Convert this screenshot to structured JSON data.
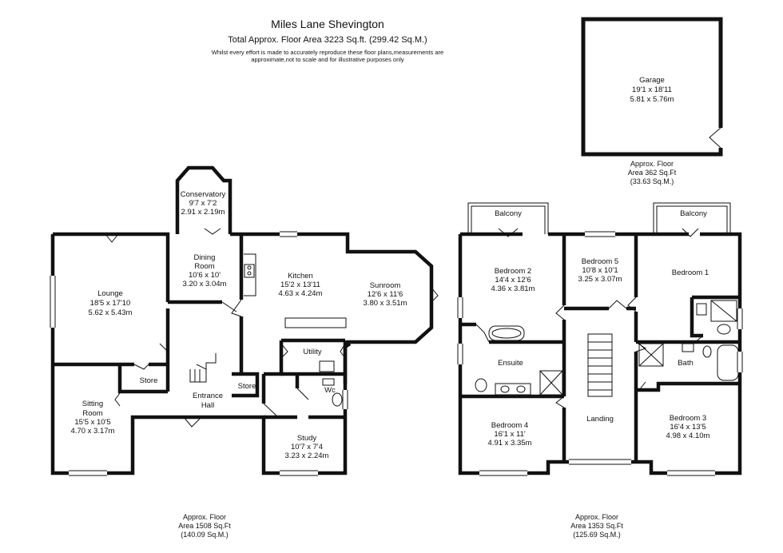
{
  "title": "Miles Lane Shevington",
  "total_area": "Total Approx. Floor Area 3223 Sq.ft. (299.42 Sq.M.)",
  "disclaimer_1": "Whilst every effort is made to accurately reproduce these floor plans,measurements are",
  "disclaimer_2": "approximate,not to scale and for illustrative purposes only",
  "garage": {
    "name": "Garage",
    "imperial": "19'1 x 18'11",
    "metric": "5.81 x 5.76m"
  },
  "garage_area": {
    "l1": "Approx. Floor",
    "l2": "Area 362 Sq.Ft",
    "l3": "(33.63 Sq.M.)"
  },
  "ground": {
    "conservatory": {
      "name": "Conservatory",
      "imperial": "9'7 x 7'2",
      "metric": "2.91 x 2.19m"
    },
    "dining": {
      "name1": "Dining",
      "name2": "Room",
      "imperial": "10'6 x 10'",
      "metric": "3.20 x 3.04m"
    },
    "kitchen": {
      "name": "Kitchen",
      "imperial": "15'2 x 13'11",
      "metric": "4.63 x 4.24m"
    },
    "sunroom": {
      "name": "Sunroom",
      "imperial": "12'6 x 11'6",
      "metric": "3.80 x 3.51m"
    },
    "lounge": {
      "name": "Lounge",
      "imperial": "18'5 x 17'10",
      "metric": "5.62 x 5.43m"
    },
    "utility": {
      "name": "Utility"
    },
    "store1": {
      "name": "Store"
    },
    "store2": {
      "name": "Store"
    },
    "wc": {
      "name": "Wc"
    },
    "hall": {
      "name1": "Entrance",
      "name2": "Hall"
    },
    "sitting": {
      "name1": "Sitting",
      "name2": "Room",
      "imperial": "15'5 x 10'5",
      "metric": "4.70 x 3.17m"
    },
    "study": {
      "name": "Study",
      "imperial": "10'7 x 7'4",
      "metric": "3.23 x 2.24m"
    },
    "area": {
      "l1": "Approx. Floor",
      "l2": "Area 1508 Sq.Ft",
      "l3": "(140.09 Sq.M.)"
    }
  },
  "first": {
    "balcony1": {
      "name": "Balcony"
    },
    "balcony2": {
      "name": "Balcony"
    },
    "bed2": {
      "name": "Bedroom 2",
      "imperial": "14'4 x 12'6",
      "metric": "4.36 x 3.81m"
    },
    "bed5": {
      "name": "Bedroom 5",
      "imperial": "10'8 x 10'1",
      "metric": "3.25 x 3.07m"
    },
    "bed1": {
      "name": "Bedroom 1"
    },
    "ensuite": {
      "name": "Ensuite"
    },
    "bath": {
      "name": "Bath"
    },
    "bed4": {
      "name": "Bedroom 4",
      "imperial": "16'1 x 11'",
      "metric": "4.91 x 3.35m"
    },
    "landing": {
      "name": "Landing"
    },
    "bed3": {
      "name": "Bedroom 3",
      "imperial": "16'4 x 13'5",
      "metric": "4.98 x 4.10m"
    },
    "area": {
      "l1": "Approx. Floor",
      "l2": "Area 1353 Sq.Ft",
      "l3": "(125.69 Sq.M.)"
    }
  }
}
